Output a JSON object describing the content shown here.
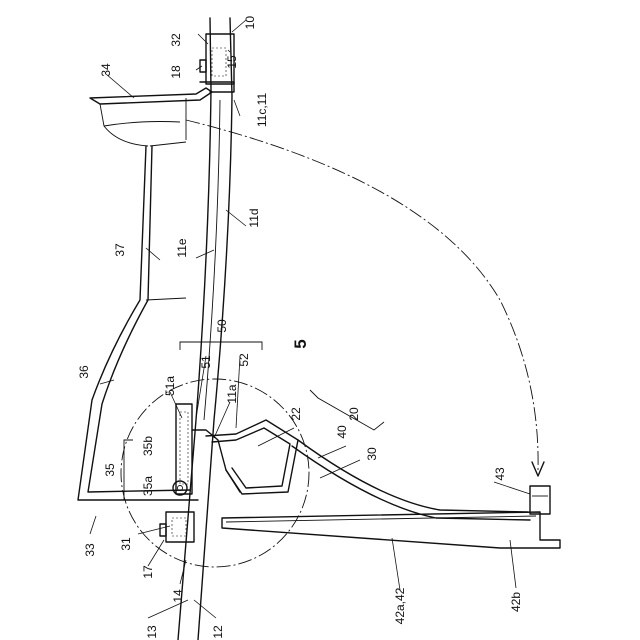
{
  "figure": {
    "labels": {
      "l10": "10",
      "l32": "32",
      "l15": "15",
      "l18": "18",
      "l34": "34",
      "l11c": "11c,11",
      "l37": "37",
      "l11e": "11e",
      "l11d": "11d",
      "l36": "36",
      "l50": "50",
      "l5": "5",
      "l51": "51",
      "l52": "52",
      "l51a": "51a",
      "l11a": "11a",
      "l22": "22",
      "l20": "20",
      "l35b": "35b",
      "l35": "35",
      "l35a": "35a",
      "l40": "40",
      "l30": "30",
      "l43": "43",
      "l33": "33",
      "l31": "31",
      "l17": "17",
      "l14": "14",
      "l13": "13",
      "l12": "12",
      "l42a": "42a,42",
      "l42b": "42b"
    }
  }
}
